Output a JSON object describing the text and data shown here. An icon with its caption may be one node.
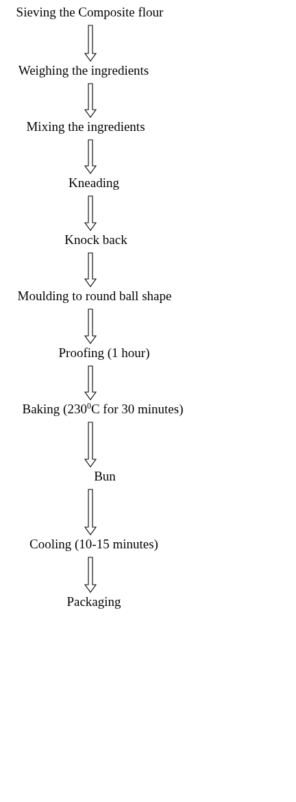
{
  "diagram": {
    "nodes": [
      {
        "text": [
          "Sieving the Composite flour"
        ]
      },
      {
        "text": [
          "Weighing the ingredients"
        ]
      },
      {
        "text": [
          "Mixing the ingredients"
        ]
      },
      {
        "text": [
          "Kneading"
        ]
      },
      {
        "text": [
          "Knock back"
        ]
      },
      {
        "text": [
          "Moulding to round ball shape"
        ]
      },
      {
        "text": [
          "Proofing (1 hour)"
        ]
      },
      {
        "text": [
          "Baking (230$^{0}$C for 30 minutes)"
        ]
      },
      {
        "text": [
          "Bun"
        ]
      },
      {
        "text": [
          "Cooling (10-15 minutes)"
        ]
      },
      {
        "text": [
          "Packaging"
        ]
      }
    ],
    "edges": [
      {
        "from": 0,
        "to": 1,
        "arrow": "to"
      },
      {
        "from": 1,
        "to": 2,
        "arrow": "to"
      },
      {
        "from": 2,
        "to": 3,
        "arrow": "to"
      },
      {
        "from": 3,
        "to": 4,
        "arrow": "to"
      },
      {
        "from": 4,
        "to": 5,
        "arrow": "to"
      },
      {
        "from": 5,
        "to": 6,
        "arrow": "to"
      },
      {
        "from": 6,
        "to": 7,
        "arrow": "to"
      },
      {
        "from": 7,
        "to": 8,
        "arrow": "to"
      },
      {
        "from": 8,
        "to": 9,
        "arrow": "to"
      },
      {
        "from": 9,
        "to": 10,
        "arrow": "to"
      }
    ]
  }
}
